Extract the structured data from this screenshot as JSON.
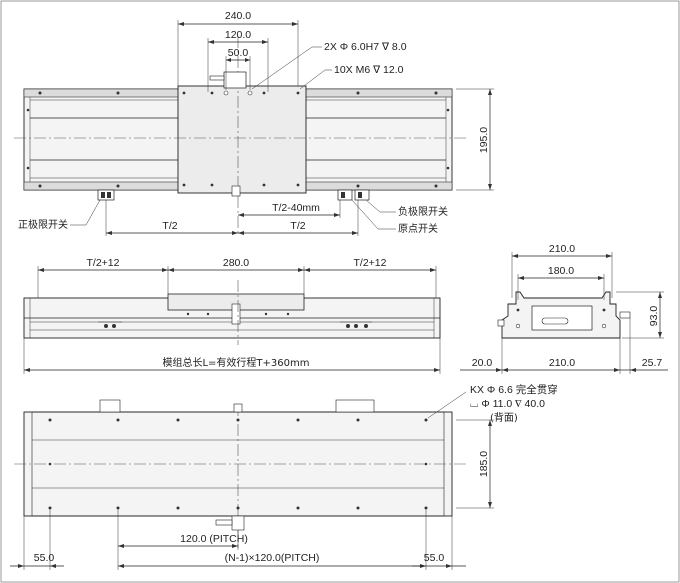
{
  "top_view": {
    "dim_240": "240.0",
    "dim_120": "120.0",
    "dim_50": "50.0",
    "note_2x": "2X Φ 6.0H7 ∇ 8.0",
    "note_10x": "10X  M6 ∇ 12.0",
    "dim_195": "195.0",
    "label_pos_limit": "正极限开关",
    "label_neg_limit": "负极限开关",
    "label_origin": "原点开关",
    "dim_t2_left": "T/2",
    "dim_t2_right": "T/2",
    "dim_t2_40": "T/2-40mm"
  },
  "side_view": {
    "dim_t2_12_left": "T/2+12",
    "dim_280": "280.0",
    "dim_t2_12_right": "T/2+12",
    "total_length": "模组总长L=有效行程T+360mm"
  },
  "end_view": {
    "dim_210_top": "210.0",
    "dim_180": "180.0",
    "dim_93": "93.0",
    "dim_20": "20.0",
    "dim_210_bottom": "210.0",
    "dim_25_7": "25.7"
  },
  "bottom_view": {
    "note_kx": "KX Φ 6.6 完全贯穿",
    "note_cbore": "⌴ Φ 11.0 ∇ 40.0",
    "note_back": "(背面)",
    "dim_185": "185.0",
    "dim_55_left": "55.0",
    "dim_pitch": "120.0 (PITCH)",
    "dim_n_pitch": "(N-1)×120.0(PITCH)",
    "dim_55_right": "55.0"
  }
}
